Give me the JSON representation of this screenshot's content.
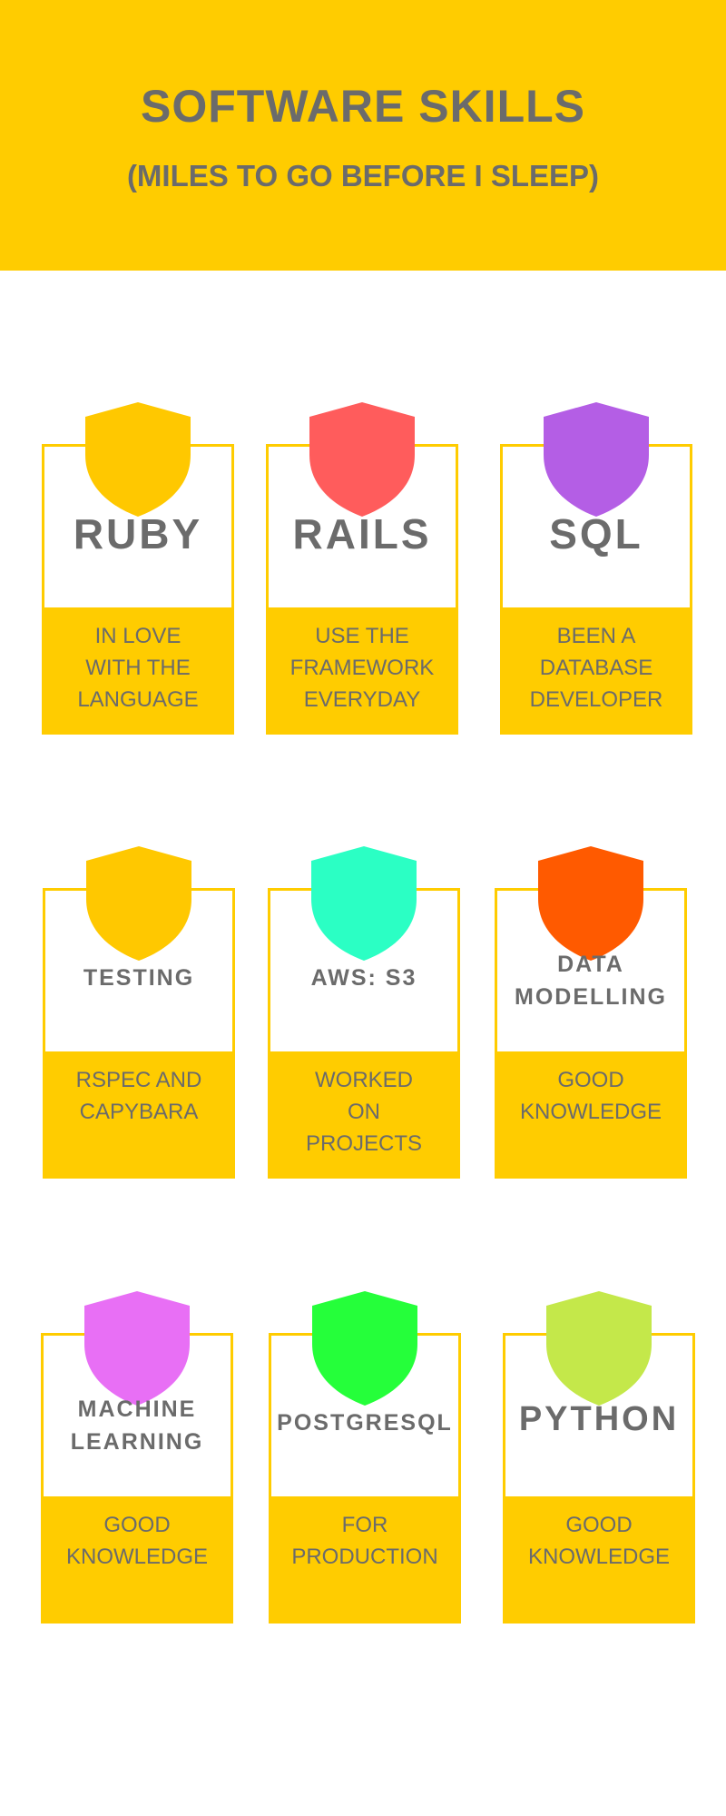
{
  "header": {
    "title": "SOFTWARE SKILLS",
    "subtitle": "(MILES TO GO BEFORE I SLEEP)"
  },
  "colors": {
    "accent": "#ffcc00",
    "text": "#6b6b6b"
  },
  "skills": [
    {
      "name": "RUBY",
      "desc": "IN LOVE\nWITH THE\nLANGUAGE",
      "shield_color": "#ffc800",
      "icon": "shield-icon"
    },
    {
      "name": "RAILS",
      "desc": "USE THE\nFRAMEWORK\nEVERYDAY",
      "shield_color": "#ff5c5c",
      "icon": "shield-icon"
    },
    {
      "name": "SQL",
      "desc": "BEEN A\nDATABASE\nDEVELOPER",
      "shield_color": "#b45ee5",
      "icon": "shield-icon"
    },
    {
      "name": "TESTING",
      "desc": "RSPEC AND\nCAPYBARA",
      "shield_color": "#ffc800",
      "icon": "shield-icon"
    },
    {
      "name": "AWS: S3",
      "desc": "WORKED\nON\nPROJECTS",
      "shield_color": "#2bffc4",
      "icon": "shield-icon"
    },
    {
      "name": "DATA\nMODELLING",
      "desc": "GOOD\nKNOWLEDGE",
      "shield_color": "#ff5a00",
      "icon": "shield-icon"
    },
    {
      "name": "MACHINE\nLEARNING",
      "desc": "GOOD\nKNOWLEDGE",
      "shield_color": "#e86ff5",
      "icon": "shield-icon"
    },
    {
      "name": "POSTGRESQL",
      "desc": "FOR\nPRODUCTION",
      "shield_color": "#25ff3a",
      "icon": "shield-icon"
    },
    {
      "name": "PYTHON",
      "desc": "GOOD\nKNOWLEDGE",
      "shield_color": "#c4e84a",
      "icon": "shield-icon"
    }
  ]
}
